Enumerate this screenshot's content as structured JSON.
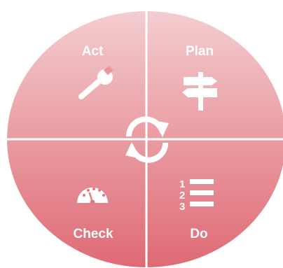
{
  "quadrants": {
    "act": {
      "label": "Act",
      "icon": "wrench-icon"
    },
    "plan": {
      "label": "Plan",
      "icon": "signpost-icon"
    },
    "check": {
      "label": "Check",
      "icon": "gauge-icon"
    },
    "do": {
      "label": "Do",
      "icon": "numbered-list-icon",
      "list_numbers": [
        "1",
        "2",
        "3"
      ]
    }
  },
  "center": {
    "icon": "cycle-arrows-icon"
  },
  "colors": {
    "gradient_top": "#f3cdd0",
    "gradient_bottom": "#df6a74",
    "icon": "#ffffff",
    "divider": "#ffffff"
  }
}
